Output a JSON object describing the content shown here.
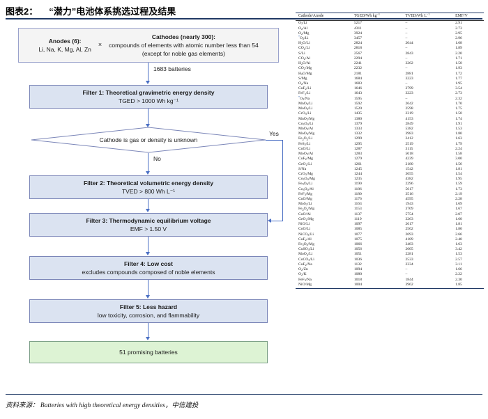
{
  "header": {
    "figure_label": "图表2：",
    "title": "“潜力”电池体系挑选过程及结果"
  },
  "flowchart": {
    "source_box": {
      "anodes_title": "Anodes (6):",
      "anodes_list": "Li, Na, K, Mg, Al, Zn",
      "operator": "×",
      "cathodes_title": "Cathodes (nearly 300):",
      "cathodes_desc_line1": "compounds of elements with atomic number less than 54",
      "cathodes_desc_line2": "(except for noble gas elements)"
    },
    "initial_count_label": "1683 batteries",
    "filter1": {
      "title": "Filter 1: Theoretical gravimetric energy density",
      "criterion": "TGED > 1000 Wh kg⁻¹"
    },
    "decision": {
      "question": "Cathode is gas or density is unknown",
      "yes_label": "Yes",
      "no_label": "No"
    },
    "filter2": {
      "title": "Filter 2: Theoretical volumetric energy density",
      "criterion": "TVED > 800 Wh L⁻¹"
    },
    "filter3": {
      "title": "Filter 3: Thermodynamic equilibrium voltage",
      "criterion": "EMF > 1.50 V"
    },
    "filter4": {
      "title": "Filter 4: Low cost",
      "criterion": "excludes compounds composed of noble elements"
    },
    "filter5": {
      "title": "Filter 5: Less hazard",
      "criterion": "low toxicity, corrosion, and flammability"
    },
    "result": {
      "label": "51 promising batteries"
    },
    "colors": {
      "filter_fill": "#dbe3f1",
      "filter_border": "#7b86b8",
      "result_fill": "#ddf3d4",
      "result_border": "#7b9e86",
      "connector": "#4a6fc4",
      "source_fill": "#f4f4f4"
    }
  },
  "table": {
    "columns": [
      {
        "key": "cathode_anode",
        "header_html": "Cathode/Anode"
      },
      {
        "key": "tged",
        "header_html": "TGED/Wh kg<sup>−1</sup>"
      },
      {
        "key": "tved",
        "header_html": "TVED/Wh L<sup>−1</sup>"
      },
      {
        "key": "emf",
        "header_html": "EMF/V"
      }
    ],
    "rows": [
      {
        "cathode_anode": "O<sub>2</sub>/Li",
        "tged": "5217",
        "tved": "–",
        "emf": "2.91"
      },
      {
        "cathode_anode": "O<sub>2</sub>/Al",
        "tged": "4311",
        "tved": "–",
        "emf": "2.73"
      },
      {
        "cathode_anode": "O<sub>2</sub>/Mg",
        "tged": "3924",
        "tved": "–",
        "emf": "2.95"
      },
      {
        "cathode_anode": "<sup class=\"iso\">*</sup>O<sub>2</sub>/Li",
        "tged": "3457",
        "tved": "–",
        "emf": "2.96"
      },
      {
        "cathode_anode": "H<sub>2</sub>O/Li",
        "tged": "2824",
        "tved": "2044",
        "emf": "1.68"
      },
      {
        "cathode_anode": "CO<sub>2</sub>/Li",
        "tged": "2818",
        "tved": "–",
        "emf": "1.89"
      },
      {
        "cathode_anode": "S/Li",
        "tged": "2567",
        "tved": "2843",
        "emf": "2.20"
      },
      {
        "cathode_anode": "CO<sub>2</sub>/Al",
        "tged": "2294",
        "tved": "–",
        "emf": "1.71"
      },
      {
        "cathode_anode": "H<sub>2</sub>O/Al",
        "tged": "2241",
        "tved": "3262",
        "emf": "1.50"
      },
      {
        "cathode_anode": "CO<sub>2</sub>/Mg",
        "tged": "2232",
        "tved": "–",
        "emf": "1.93"
      },
      {
        "cathode_anode": "H<sub>2</sub>O/Mg",
        "tged": "2181",
        "tved": "2881",
        "emf": "1.72"
      },
      {
        "cathode_anode": "S/Mg",
        "tged": "1684",
        "tved": "3223",
        "emf": "1.77"
      },
      {
        "cathode_anode": "O<sub>2</sub>/Na",
        "tged": "1683",
        "tved": "–",
        "emf": "1.95"
      },
      {
        "cathode_anode": "CuF<sub>2</sub>/Li",
        "tged": "1646",
        "tved": "3799",
        "emf": "3.54"
      },
      {
        "cathode_anode": "FeF<sub>3</sub>/Li",
        "tged": "1643",
        "tved": "3223",
        "emf": "2.73"
      },
      {
        "cathode_anode": "<sup class=\"iso\">*</sup>O<sub>2</sub>/Na",
        "tged": "1595",
        "tved": "–",
        "emf": "2.32"
      },
      {
        "cathode_anode": "MnO<sub>2</sub>/Li",
        "tged": "1592",
        "tved": "2642",
        "emf": "1.70"
      },
      {
        "cathode_anode": "MoO<sub>3</sub>/Li",
        "tged": "1520",
        "tved": "2598",
        "emf": "1.75"
      },
      {
        "cathode_anode": "CrO<sub>3</sub>/Li",
        "tged": "1435",
        "tved": "2319",
        "emf": "1.50"
      },
      {
        "cathode_anode": "MnO<sub>2</sub>/Mg",
        "tged": "1380",
        "tved": "4153",
        "emf": "1.74"
      },
      {
        "cathode_anode": "Co<sub>3</sub>O<sub>4</sub>/Li",
        "tged": "1379",
        "tved": "2849",
        "emf": "1.91"
      },
      {
        "cathode_anode": "MnO<sub>2</sub>/Al",
        "tged": "1333",
        "tved": "5382",
        "emf": "1.53"
      },
      {
        "cathode_anode": "MoO<sub>3</sub>/Mg",
        "tged": "1332",
        "tved": "3983",
        "emf": "1.80"
      },
      {
        "cathode_anode": "Fe<sub>2</sub>O<sub>3</sub>/Li",
        "tged": "1299",
        "tved": "2412",
        "emf": "1.63"
      },
      {
        "cathode_anode": "FeS<sub>2</sub>/Li",
        "tged": "1295",
        "tved": "2519",
        "emf": "1.79"
      },
      {
        "cathode_anode": "CuO/Li",
        "tged": "1287",
        "tved": "3115",
        "emf": "2.24"
      },
      {
        "cathode_anode": "MoO<sub>3</sub>/Al",
        "tged": "1283",
        "tved": "5018",
        "emf": "1.58"
      },
      {
        "cathode_anode": "CuF<sub>2</sub>/Mg",
        "tged": "1279",
        "tved": "4239",
        "emf": "3.00"
      },
      {
        "cathode_anode": "GeO<sub>2</sub>/Li",
        "tged": "1261",
        "tved": "2180",
        "emf": "1.56"
      },
      {
        "cathode_anode": "S/Na",
        "tged": "1245",
        "tved": "1542",
        "emf": "1.81"
      },
      {
        "cathode_anode": "CrO<sub>3</sub>/Mg",
        "tged": "1244",
        "tved": "3655",
        "emf": "1.54"
      },
      {
        "cathode_anode": "Co<sub>3</sub>O<sub>4</sub>/Mg",
        "tged": "1235",
        "tved": "4382",
        "emf": "1.95"
      },
      {
        "cathode_anode": "Fe<sub>3</sub>O<sub>4</sub>/Li",
        "tged": "1190",
        "tved": "2296",
        "emf": "1.59"
      },
      {
        "cathode_anode": "Co<sub>3</sub>O<sub>4</sub>/Al",
        "tged": "1186",
        "tved": "5617",
        "emf": "1.73"
      },
      {
        "cathode_anode": "FeF<sub>3</sub>/Mg",
        "tged": "1180",
        "tved": "3516",
        "emf": "2.19"
      },
      {
        "cathode_anode": "CuO/Mg",
        "tged": "1176",
        "tved": "4595",
        "emf": "2.28"
      },
      {
        "cathode_anode": "MoS<sub>2</sub>/Li",
        "tged": "1163",
        "tved": "1943",
        "emf": "1.69"
      },
      {
        "cathode_anode": "Fe<sub>2</sub>O<sub>3</sub>/Mg",
        "tged": "1153",
        "tved": "3709",
        "emf": "1.67"
      },
      {
        "cathode_anode": "CuO/Al",
        "tged": "1137",
        "tved": "5754",
        "emf": "2.07"
      },
      {
        "cathode_anode": "GeO<sub>2</sub>/Mg",
        "tged": "1119",
        "tved": "3263",
        "emf": "1.60"
      },
      {
        "cathode_anode": "NiO/Li",
        "tged": "1097",
        "tved": "2617",
        "emf": "1.81"
      },
      {
        "cathode_anode": "CoO/Li",
        "tged": "1085",
        "tved": "2562",
        "emf": "1.80"
      },
      {
        "cathode_anode": "NiCO<sub>3</sub>/Li",
        "tged": "1077",
        "tved": "2693",
        "emf": "2.66"
      },
      {
        "cathode_anode": "CuF<sub>2</sub>/Al",
        "tged": "1075",
        "tved": "4189",
        "emf": "2.40"
      },
      {
        "cathode_anode": "Fe<sub>3</sub>O<sub>4</sub>/Mg",
        "tged": "1066",
        "tved": "3483",
        "emf": "1.63"
      },
      {
        "cathode_anode": "CuSO<sub>4</sub>/Li",
        "tged": "1056",
        "tved": "2605",
        "emf": "3.42"
      },
      {
        "cathode_anode": "MoO<sub>2</sub>/Li",
        "tged": "1051",
        "tved": "2281",
        "emf": "1.53"
      },
      {
        "cathode_anode": "CoCO<sub>3</sub>/Li",
        "tged": "1036",
        "tved": "2533",
        "emf": "2.57"
      },
      {
        "cathode_anode": "CuF<sub>2</sub>/Na",
        "tged": "1132",
        "tved": "2334",
        "emf": "3.11"
      },
      {
        "cathode_anode": "O<sub>2</sub>/Zn",
        "tged": "1094",
        "tved": "–",
        "emf": "1.66"
      },
      {
        "cathode_anode": "O<sub>2</sub>/K",
        "tged": "1080",
        "tved": "–",
        "emf": "2.22"
      },
      {
        "cathode_anode": "FeF<sub>3</sub>/Na",
        "tged": "1018",
        "tved": "1844",
        "emf": "2.30"
      },
      {
        "cathode_anode": "NiO/Mg",
        "tged": "1004",
        "tved": "3962",
        "emf": "1.85"
      }
    ]
  },
  "footer": {
    "source_label": "资料来源：",
    "source_text": "Batteries with high theoretical energy densities，中信建投"
  }
}
